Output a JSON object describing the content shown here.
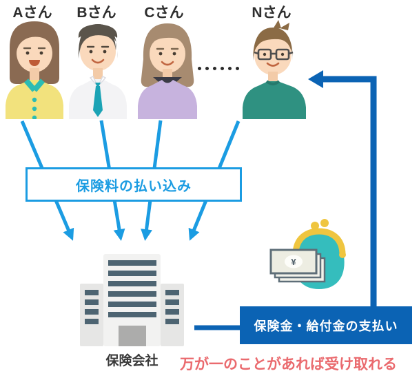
{
  "people": [
    {
      "label": "Aさん"
    },
    {
      "label": "Bさん"
    },
    {
      "label": "Cさん"
    },
    {
      "label": "Nさん"
    }
  ],
  "premium_box": {
    "label": "保険料の払い込み"
  },
  "company": {
    "label": "保険会社"
  },
  "payout_box": {
    "label": "保険金・給付金の支払い"
  },
  "note": {
    "text": "万が一のことがあれば受け取れる"
  },
  "icons": {
    "ellipsis_dots": "・・・・・・",
    "yen_bill": "¥",
    "purse": "coin-purse-with-banknotes",
    "building": "insurance-company-office-building",
    "premium_arrows": "four-blue-arrows-down",
    "payout_arrow": "dark-blue-return-arrow"
  },
  "colors": {
    "arrow_light_blue": "#1B9CE2",
    "flow_dark_blue": "#0B63B4",
    "note_red": "#EA6A6E"
  }
}
